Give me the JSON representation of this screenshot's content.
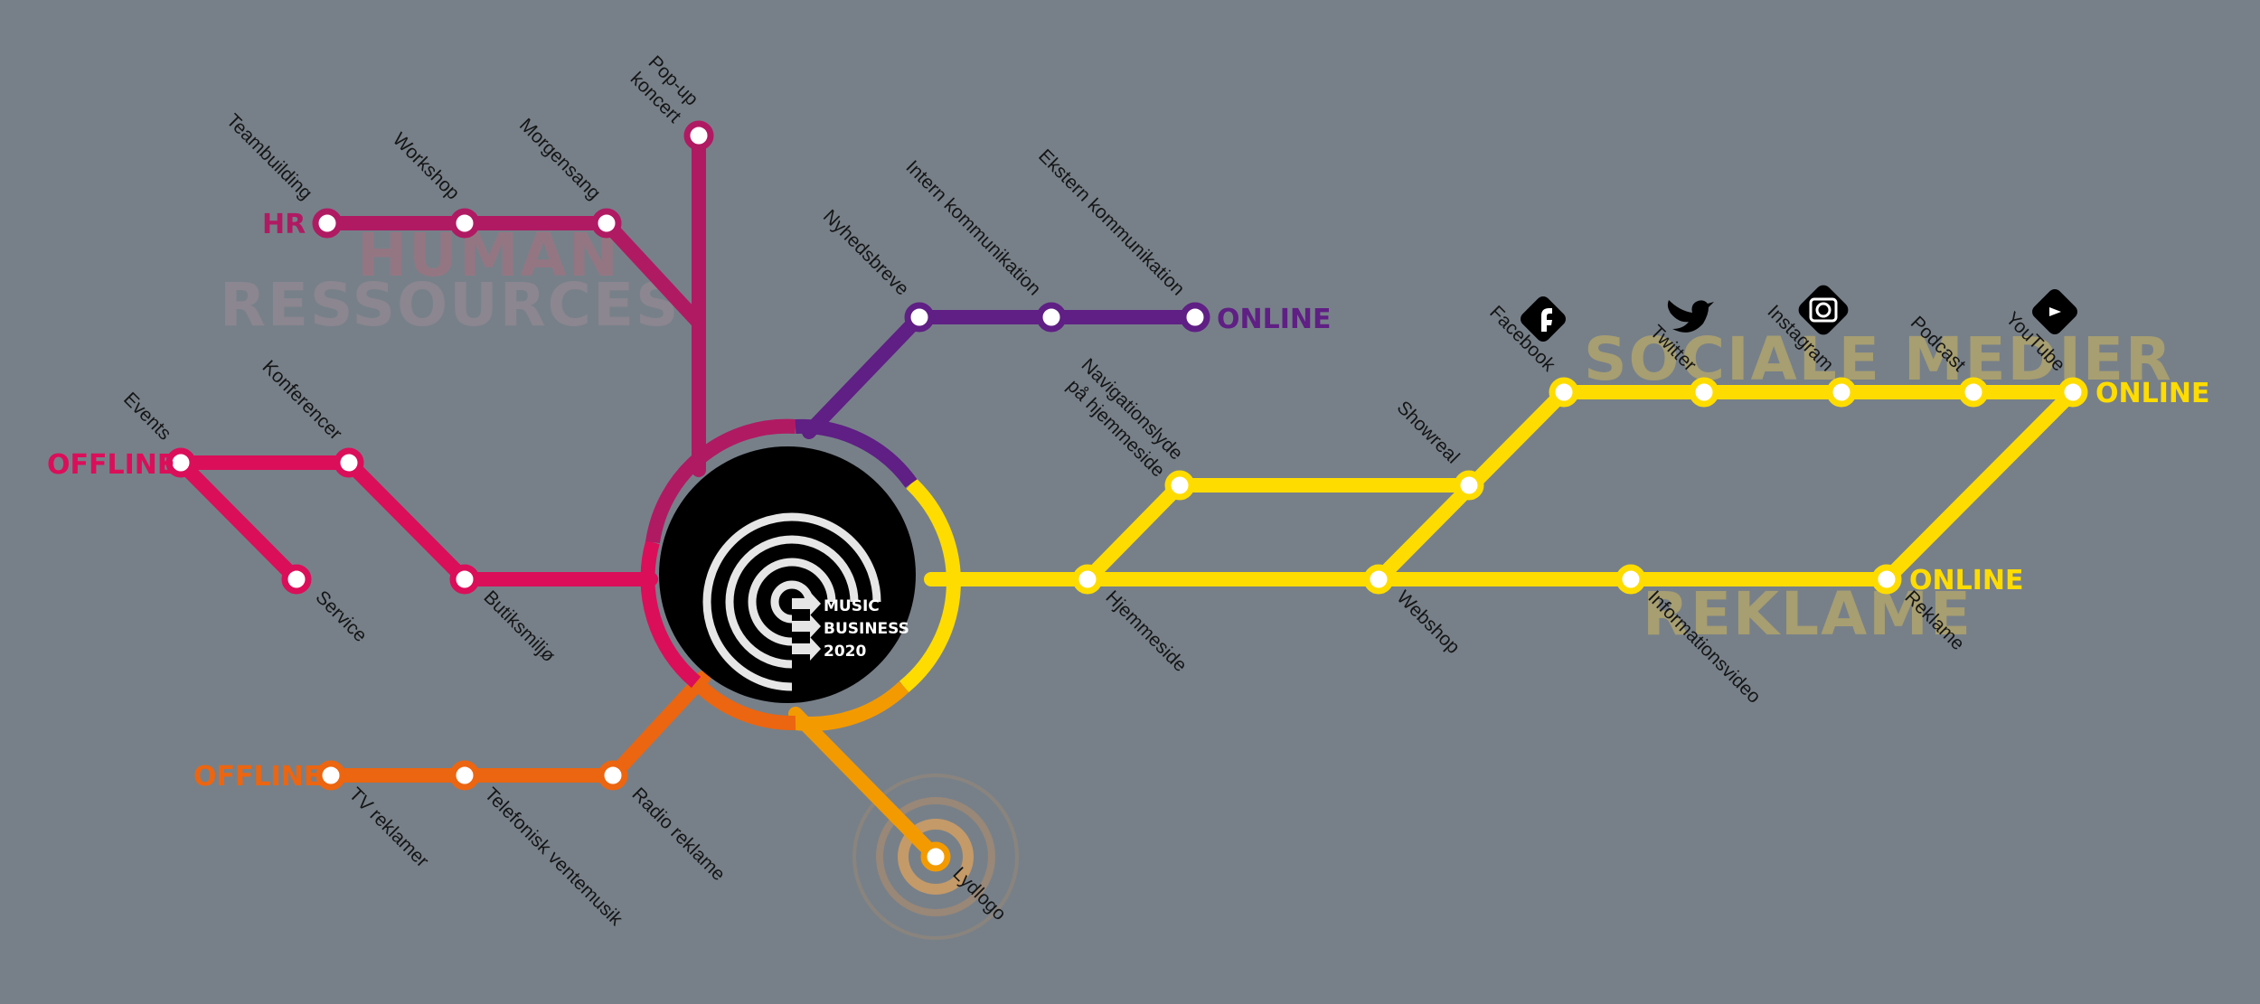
{
  "logo": {
    "line1": "MUSIC",
    "line2": "BUSINESS",
    "line3": "2020"
  },
  "groups": {
    "human_resources": {
      "title_line1": "HUMAN",
      "title_line2": "RESSOURCES",
      "tag": "HR",
      "color": "#b01a63",
      "stations": [
        "Teambuilding",
        "Workshop",
        "Morgensang",
        "Pop-up",
        "koncert"
      ]
    },
    "offline_events": {
      "tag": "OFFLINE",
      "color": "#db0e5a",
      "stations": [
        "Events",
        "Konferencer",
        "Service",
        "Butiksmiljø"
      ]
    },
    "offline_ads": {
      "tag": "OFFLINE",
      "color": "#ec6510",
      "stations": [
        "TV reklamer",
        "Telefonisk ventemusik",
        "Radio reklame"
      ]
    },
    "sound_logo": {
      "color": "#f39a00",
      "stations": [
        "Lydlogo"
      ]
    },
    "online_comms": {
      "tag": "ONLINE",
      "color": "#5f1f84",
      "stations": [
        "Nyhedsbreve",
        "Intern kommunikation",
        "Ekstern kommunikation"
      ]
    },
    "online_web": {
      "color": "#ffdc00",
      "stations": [
        "Navigationslyde",
        "på hjemmeside",
        "Showreal",
        "Hjemmeside",
        "Webshop",
        "Informationsvideo"
      ]
    },
    "social_media": {
      "title": "SOCIALE MEDIER",
      "tag": "ONLINE",
      "stations": [
        "Facebook",
        "Twitter",
        "Instagram",
        "Podcast",
        "YouTube"
      ],
      "icons": [
        "facebook-icon",
        "twitter-icon",
        "instagram-icon",
        "youtube-icon"
      ]
    },
    "advertising": {
      "title": "REKLAME",
      "tag": "ONLINE",
      "stations": [
        "Reklame"
      ]
    }
  }
}
